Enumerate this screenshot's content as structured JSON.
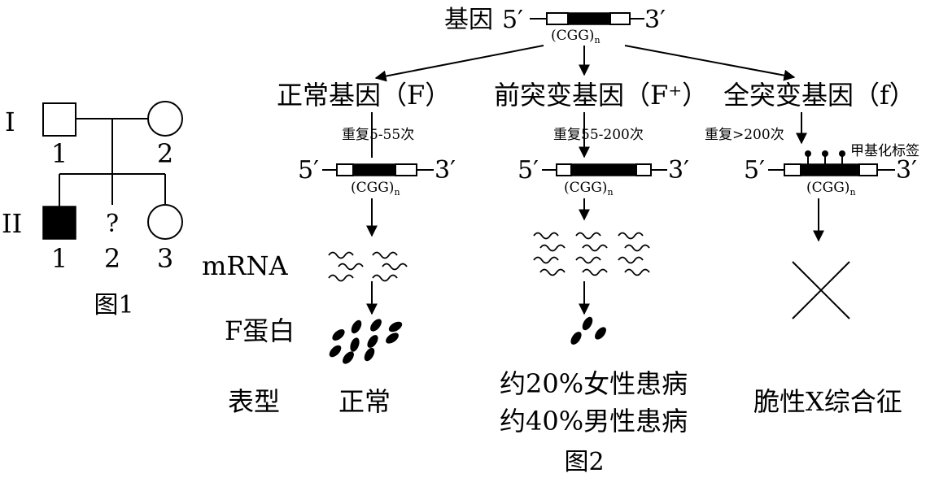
{
  "colors": {
    "ink": "#000000",
    "paper": "#ffffff"
  },
  "figure1": {
    "generation_labels": [
      "I",
      "II"
    ],
    "gen1_numbers": [
      "1",
      "2"
    ],
    "gen2_numbers": [
      "1",
      "2",
      "3"
    ],
    "unknown_mark": "?",
    "caption": "图1"
  },
  "figure2": {
    "top": {
      "label": "基因",
      "end5": "5′",
      "end3": "3′",
      "repeat": "(CGG)",
      "sub": "n"
    },
    "branches": [
      {
        "title": "正常基因（F）",
        "repeat_note": "重复5-55次",
        "end5": "5′",
        "end3": "3′",
        "repeat": "(CGG)",
        "sub": "n",
        "phenotype": [
          "正常"
        ]
      },
      {
        "title": "前突变基因（F⁺）",
        "repeat_note": "重复55-200次",
        "end5": "5′",
        "end3": "3′",
        "repeat": "(CGG)",
        "sub": "n",
        "phenotype": [
          "约20%女性患病",
          "约40%男性患病"
        ]
      },
      {
        "title": "全突变基因（f）",
        "repeat_note": "重复>200次",
        "methyl_label": "甲基化标签",
        "end5": "5′",
        "end3": "3′",
        "repeat": "(CGG)",
        "sub": "n",
        "phenotype": [
          "脆性X综合征"
        ]
      }
    ],
    "row_labels": {
      "mrna": "mRNA",
      "protein": "F蛋白",
      "phenotype": "表型"
    },
    "mrna_levels": [
      6,
      12,
      0
    ],
    "protein_levels": [
      10,
      3,
      0
    ],
    "caption": "图2"
  }
}
